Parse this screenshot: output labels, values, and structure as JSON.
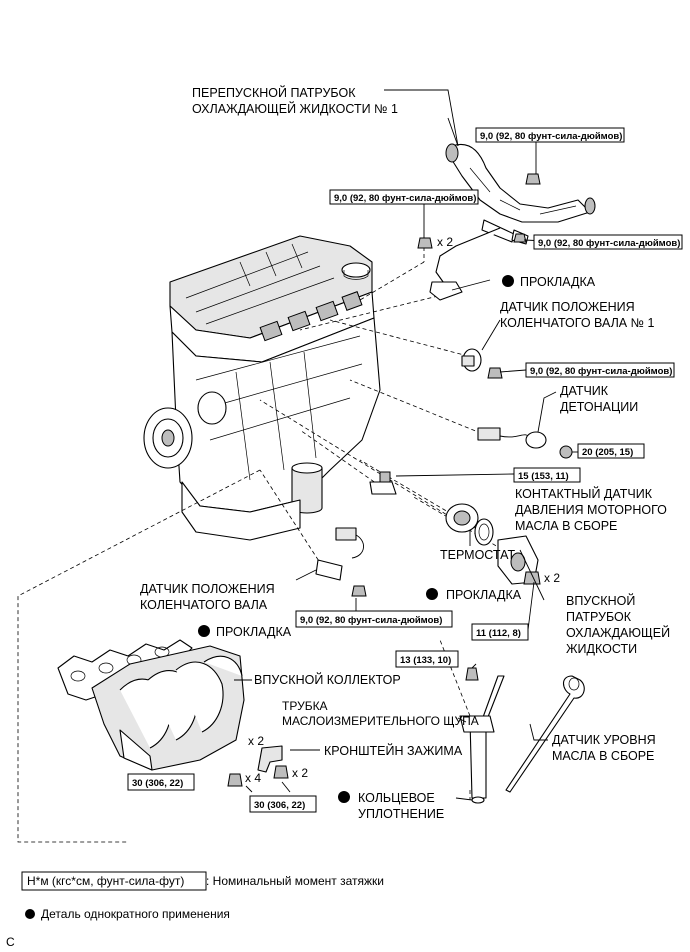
{
  "labels": {
    "bypass_pipe": [
      "ПЕРЕПУСКНОЙ ПАТРУБОК",
      "ОХЛАЖДАЮЩЕЙ ЖИДКОСТИ № 1"
    ],
    "gasket_top": "ПРОКЛАДКА",
    "crank_sensor_1": [
      "ДАТЧИК ПОЛОЖЕНИЯ",
      "КОЛЕНЧАТОГО ВАЛА № 1"
    ],
    "knock_sensor": [
      "ДАТЧИК",
      "ДЕТОНАЦИИ"
    ],
    "oil_pressure_switch": [
      "КОНТАКТНЫЙ ДАТЧИК",
      "ДАВЛЕНИЯ МОТОРНОГО",
      "МАСЛА В СБОРЕ"
    ],
    "thermostat": "ТЕРМОСТАТ",
    "gasket_mid": "ПРОКЛАДКА",
    "water_inlet": [
      "ВПУСКНОЙ",
      "ПАТРУБОК",
      "ОХЛАЖДАЮЩЕЙ",
      "ЖИДКОСТИ"
    ],
    "crank_sensor": [
      "ДАТЧИК ПОЛОЖЕНИЯ",
      "КОЛЕНЧАТОГО ВАЛА"
    ],
    "gasket_manifold": "ПРОКЛАДКА",
    "intake_manifold": "ВПУСКНОЙ КОЛЛЕКТОР",
    "dipstick_tube": [
      "ТРУБКА",
      "МАСЛОИЗМЕРИТЕЛЬНОГО ЩУПА"
    ],
    "oil_level_gauge": [
      "ДАТЧИК УРОВНЯ",
      "МАСЛА В СБОРЕ"
    ],
    "wire_bracket": "КРОНШТЕЙН ЗАЖИМА",
    "o_ring": [
      "КОЛЬЦЕВОЕ",
      "УПЛОТНЕНИЕ"
    ]
  },
  "torque": {
    "t1": "9,0 (92, 80 фунт-сила-дюймов)",
    "t2": "9,0 (92, 80 фунт-сила-дюймов)",
    "t3": "9,0 (92, 80 фунт-сила-дюймов)",
    "t4": "9,0 (92, 80 фунт-сила-дюймов)",
    "t5": "20 (205, 15)",
    "t6": "15 (153, 11)",
    "t7": "9,0 (92, 80 фунт-сила-дюймов)",
    "t8": "11 (112, 8)",
    "t9": "13 (133, 10)",
    "t10": "30 (306, 22)",
    "t11": "30 (306, 22)"
  },
  "multipliers": {
    "m1": "x 2",
    "m2": "x 2",
    "m3": "x 2",
    "m4": "x 4",
    "m5": "x 2"
  },
  "legend": {
    "torque_box": "Н*м (кгс*см, фунт-сила-фут)",
    "torque_desc": ": Номинальный момент затяжки",
    "single_use": "Деталь однократного применения"
  },
  "figure_code": "C"
}
